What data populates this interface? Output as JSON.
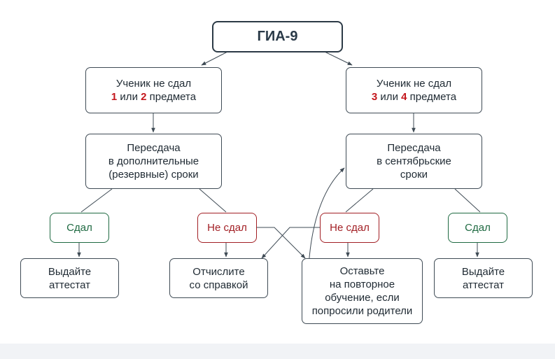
{
  "title": "ГИА-9",
  "left_case": {
    "line1": "Ученик не сдал",
    "num1": "1",
    "or": " или ",
    "num2": "2",
    "tail": " предмета"
  },
  "right_case": {
    "line1": "Ученик не сдал",
    "num1": "3",
    "or": " или ",
    "num2": "4",
    "tail": " предмета"
  },
  "left_retake": [
    "Пересдача",
    "в дополнительные",
    "(резервные) сроки"
  ],
  "right_retake": [
    "Пересдача",
    "в сентябрьские",
    "сроки"
  ],
  "pass_label": "Сдал",
  "fail_label": "Не сдал",
  "issue_certificate": [
    "Выдайте",
    "аттестат"
  ],
  "expel": [
    "Отчислите",
    "со справкой"
  ],
  "repeat_year": [
    "Оставьте",
    "на повторное",
    "обучение, если",
    "попросили родители"
  ],
  "colors": {
    "line": "#3f4b55",
    "pass": "#1f6a42",
    "fail": "#a21f24",
    "highlight": "#c4161c"
  }
}
